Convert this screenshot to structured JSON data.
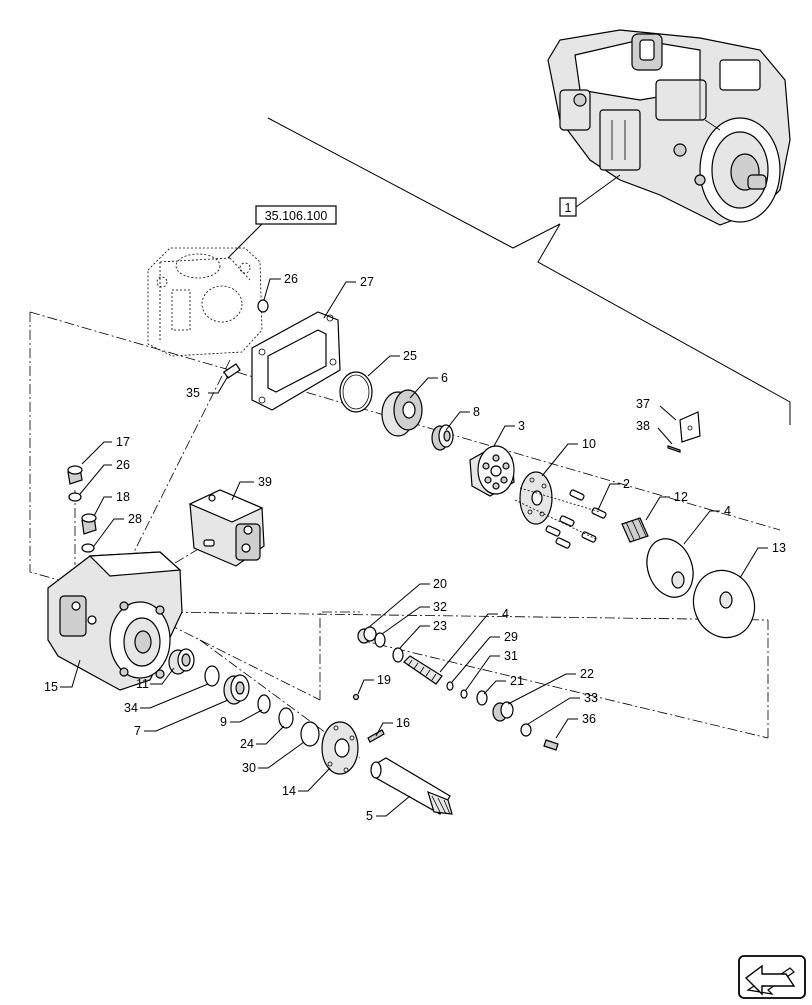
{
  "diagram": {
    "ref_box_label": "35.106.100",
    "assembly_callout": "1",
    "callouts": {
      "c2": "2",
      "c3": "3",
      "c4a": "4",
      "c4b": "4",
      "c5": "5",
      "c6": "6",
      "c7": "7",
      "c8": "8",
      "c9": "9",
      "c10": "10",
      "c11": "11",
      "c12": "12",
      "c13": "13",
      "c14": "14",
      "c15": "15",
      "c16": "16",
      "c17": "17",
      "c18": "18",
      "c19": "19",
      "c20": "20",
      "c21": "21",
      "c22": "22",
      "c23": "23",
      "c24": "24",
      "c25": "25",
      "c26a": "26",
      "c26b": "26",
      "c27": "27",
      "c28": "28",
      "c29": "29",
      "c30": "30",
      "c31": "31",
      "c32": "32",
      "c33": "33",
      "c34": "34",
      "c35": "35",
      "c36": "36",
      "c37": "37",
      "c38": "38",
      "c39": "39"
    },
    "nav_icon": "arrow-next-page-icon"
  }
}
